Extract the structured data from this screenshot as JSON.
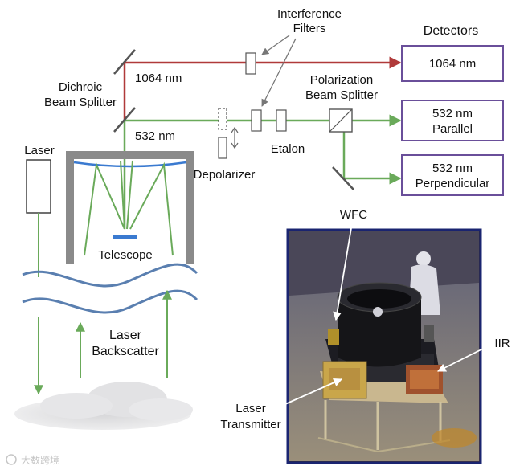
{
  "labels": {
    "interference_line1": "Interference",
    "interference_line2": "Filters",
    "detectors": "Detectors",
    "det_1064": "1064 nm",
    "det_532_parallel_line1": "532 nm",
    "det_532_parallel_line2": "Parallel",
    "det_532_perp_line1": "532 nm",
    "det_532_perp_line2": "Perpendicular",
    "dichroic_line1": "Dichroic",
    "dichroic_line2": "Beam Splitter",
    "beam_1064": "1064 nm",
    "beam_532": "532 nm",
    "polarization_line1": "Polarization",
    "polarization_line2": "Beam Splitter",
    "etalon": "Etalon",
    "depolarizer": "Depolarizer",
    "laser": "Laser",
    "telescope": "Telescope",
    "backscatter_line1": "Laser",
    "backscatter_line2": "Backscatter",
    "photo_wfc": "WFC",
    "photo_iir": "IIR",
    "photo_transmitter_line1": "Laser",
    "photo_transmitter_line2": "Transmitter"
  },
  "watermark": "大数跨境",
  "colors": {
    "beam_1064": "#b03a3a",
    "beam_532": "#6aaa5a",
    "detector_border": "#6a4f9a",
    "wave": "#5a7fb0",
    "telescope_gray": "#8a8a8a",
    "telescope_mirror": "#3a7ad0",
    "photo_frame": "#1a2470"
  }
}
